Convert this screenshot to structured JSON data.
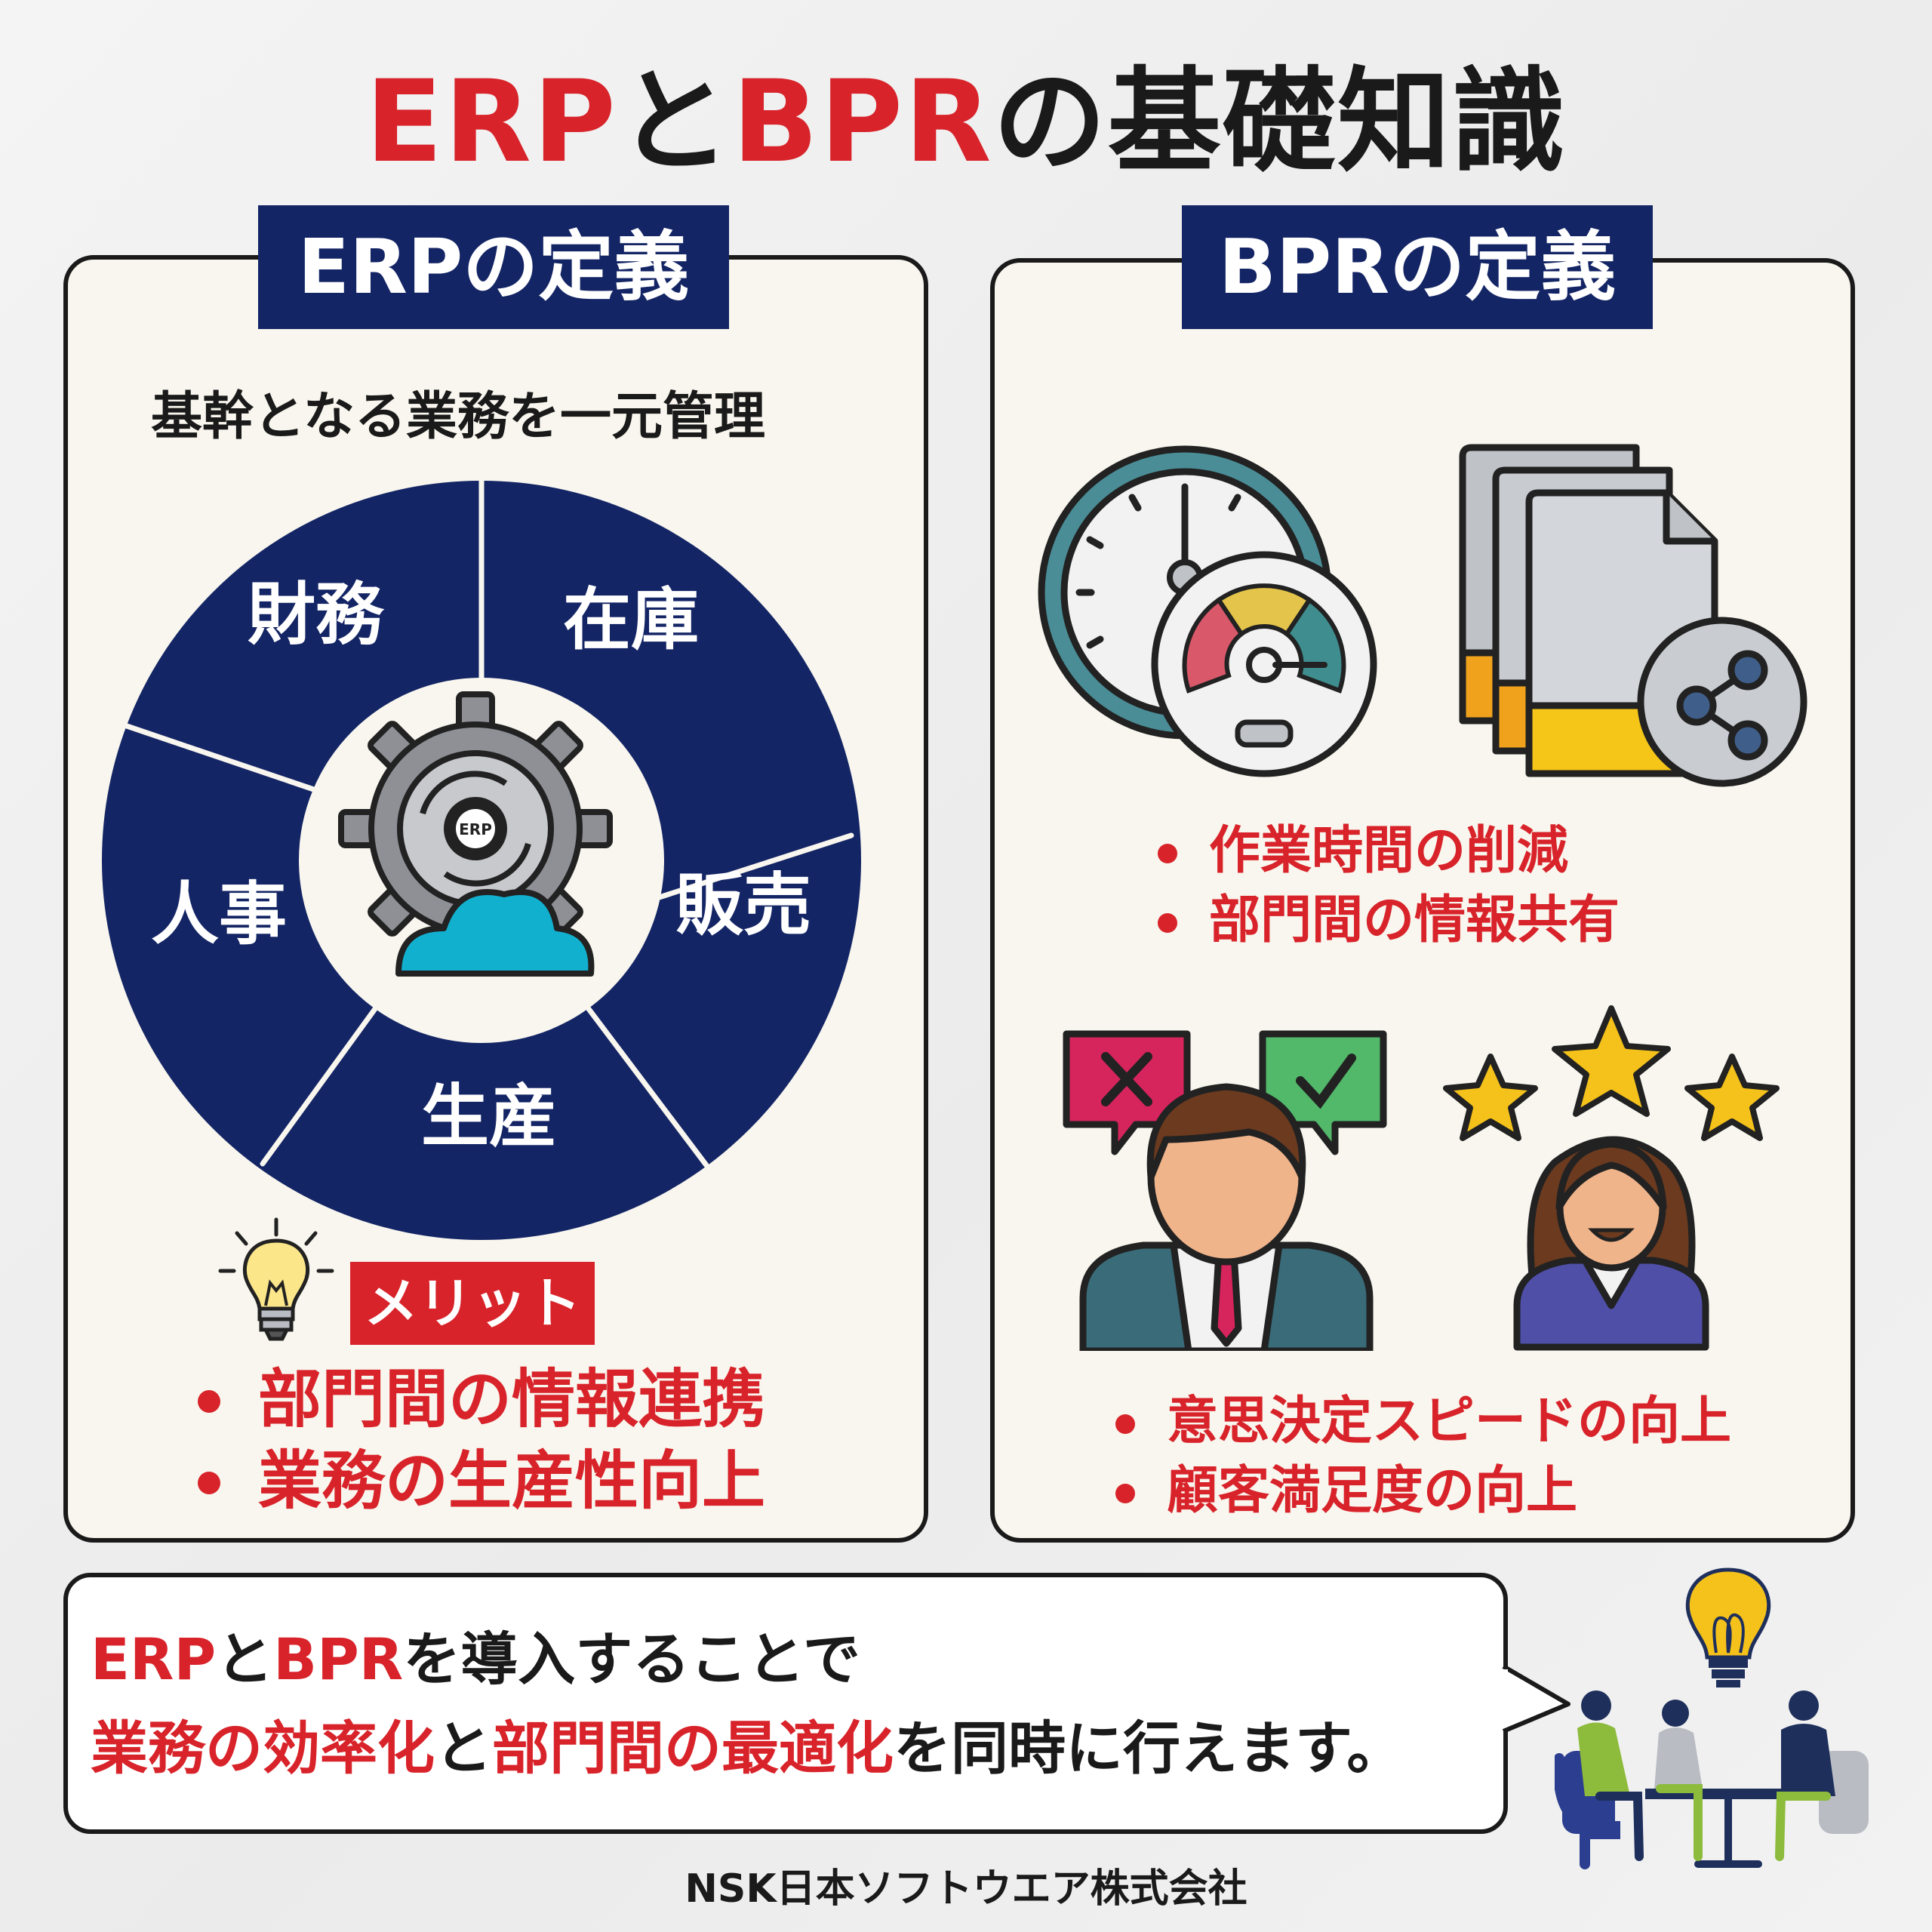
{
  "title": {
    "part1": "ERP",
    "part2": "と",
    "part3": "BPR",
    "part4": "の基礎知識"
  },
  "erp": {
    "heading": "ERPの定義",
    "subtitle": "基幹となる業務を一元管理",
    "wheel_segments": [
      "財務",
      "在庫",
      "販売",
      "生産",
      "人事"
    ],
    "center_icon_label": "ERP",
    "merit_label": "メリット",
    "merits": [
      "部門間の情報連携",
      "業務の生産性向上"
    ]
  },
  "bpr": {
    "heading": "BPRの定義",
    "points_top": [
      "作業時間の削減",
      "部門間の情報共有"
    ],
    "points_bottom": [
      "意思決定スピードの向上",
      "顧客満足度の向上"
    ]
  },
  "summary": {
    "line1_a": "ERP",
    "line1_b": "と",
    "line1_c": "BPR",
    "line1_d": "を導入することで",
    "line2_a": "業務の効率化",
    "line2_b": "と",
    "line2_c": "部門間の最適化",
    "line2_d": "を同時に行えます。"
  },
  "company": "NSK日本ソフトウエア株式会社",
  "colors": {
    "navy": "#142565",
    "red": "#d8232a",
    "panel_bg": "#f8f6ee",
    "cloud": "#12b0cf"
  }
}
